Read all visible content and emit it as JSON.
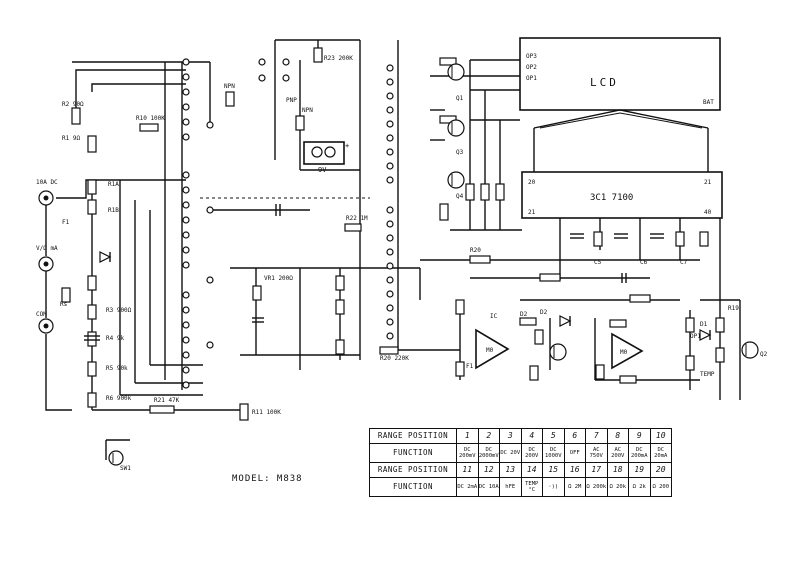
{
  "model_label": "MODEL: M838",
  "lcd_label": "LCD",
  "ic_label": "3C1 7100",
  "battery_label": "9V",
  "terminals": [
    "10A DC",
    "V/Ω mA",
    "COM"
  ],
  "components": [
    "R1 9Ω",
    "R2 90Ω",
    "R3 900Ω",
    "R4 9k",
    "R5 90k",
    "R6 900k",
    "R10 100K",
    "R11 100K",
    "R20 220K",
    "R21 47K",
    "R22 1M",
    "R23 200K",
    "NPN",
    "PNP",
    "VR1 200Ω",
    "D1",
    "D2",
    "F1",
    "OP1",
    "OP2",
    "OP3",
    "TEMP",
    "SW1",
    "BAT"
  ],
  "table": {
    "rows": [
      {
        "header": "RANGE POSITION",
        "type": "num",
        "cells": [
          "1",
          "2",
          "3",
          "4",
          "5",
          "6",
          "7",
          "8",
          "9",
          "10"
        ]
      },
      {
        "header": "FUNCTION",
        "type": "fn",
        "cells": [
          "DC 200mV",
          "DC 2000mV",
          "DC 20V",
          "DC 200V",
          "DC 1000V",
          "OFF",
          "AC 750V",
          "AC 200V",
          "DC 200mA",
          "DC 20mA"
        ]
      },
      {
        "header": "RANGE POSITION",
        "type": "num",
        "cells": [
          "11",
          "12",
          "13",
          "14",
          "15",
          "16",
          "17",
          "18",
          "19",
          "20"
        ]
      },
      {
        "header": "FUNCTION",
        "type": "fn",
        "cells": [
          "DC 2mA",
          "DC 10A",
          "hFE",
          "TEMP °C",
          "·))",
          "Ω 2M",
          "Ω 200k",
          "Ω 20k",
          "Ω 2k",
          "Ω 200"
        ]
      }
    ]
  }
}
